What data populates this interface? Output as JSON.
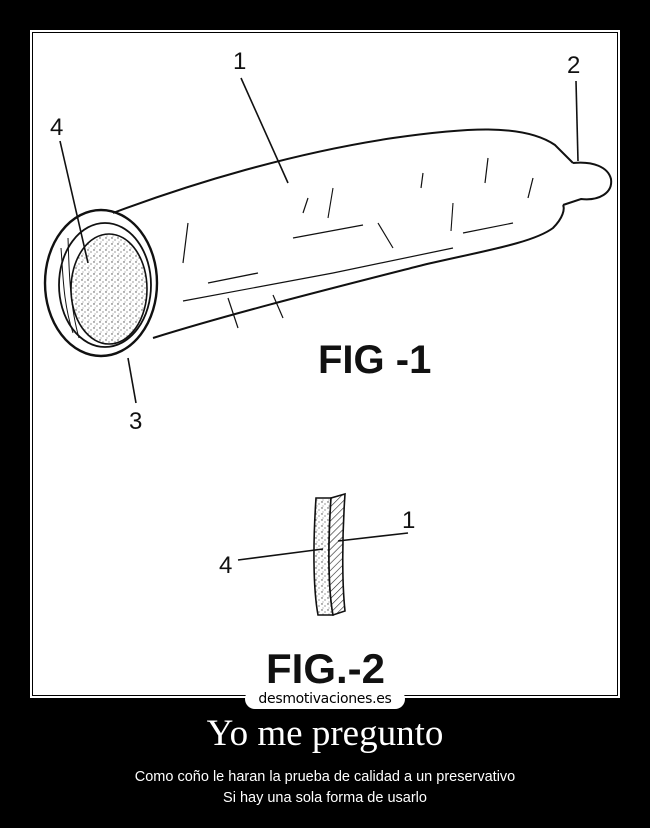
{
  "poster": {
    "title": "Yo me pregunto",
    "caption_lines": [
      "Como coño le haran la prueba de calidad a un preservativo",
      "Si hay una sola forma de usarlo"
    ],
    "watermark": "desmotivaciones.es"
  },
  "illustration": {
    "fig1_label": "FIG -1",
    "fig2_label": "FIG.-2",
    "callouts": {
      "fig1_body": "1",
      "fig1_tip": "2",
      "fig1_ring": "3",
      "fig1_opening": "4",
      "fig2_wall": "1",
      "fig2_inner": "4"
    }
  }
}
